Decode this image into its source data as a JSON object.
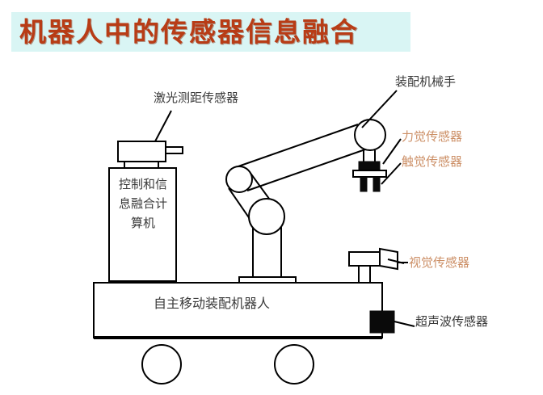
{
  "title": {
    "text": "机器人中的传感器信息融合",
    "banner_color": "#d9f5f4",
    "text_color": "#b83c16"
  },
  "diagram": {
    "name": "robot-sensor-fusion-diagram",
    "labels": {
      "laser_sensor": "激光测距传感器",
      "assembly_manipulator": "装配机械手",
      "force_sensor": "力觉传感器",
      "tactile_sensor": "触觉传感器",
      "vision_sensor": "视觉传感器",
      "ultrasonic_sensor": "超声波传感器",
      "computer_line1": "控制和信",
      "computer_line2": "息融合计",
      "computer_line3": "算机",
      "mobile_robot": "自主移动装配机器人"
    },
    "colors": {
      "label_dark": "#3a3a3a",
      "label_orange": "#cc8f66",
      "stroke": "#000000",
      "fill": "#ffffff",
      "solid_black": "#0a0a0a"
    }
  }
}
